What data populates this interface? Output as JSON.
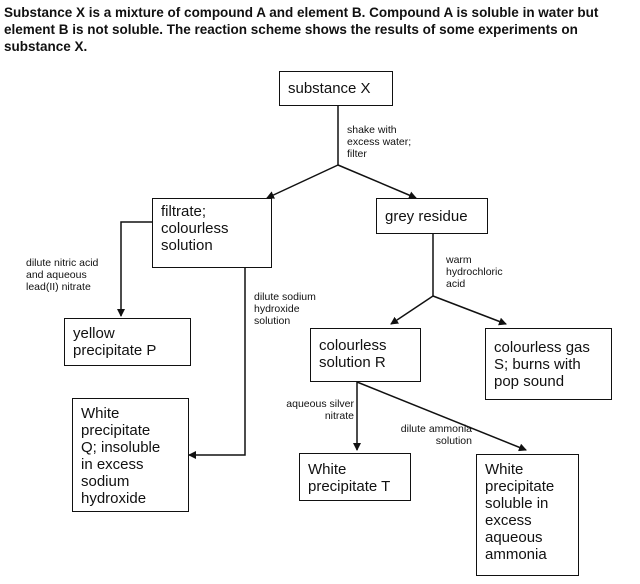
{
  "intro": "Substance X is a mixture of compound A and element B. Compound A is soluble in water but element B is not soluble. The reaction scheme shows the results of some experiments on substance X.",
  "boxes": {
    "substance_x": "substance X",
    "filtrate": "filtrate;\ncolourless\nsolution",
    "grey_residue": "grey residue",
    "yellow_ppt": "yellow\nprecipitate P",
    "white_q": "White\nprecipitate\nQ; insoluble\nin excess\nsodium\nhydroxide",
    "colourless_r": "colourless\nsolution R",
    "gas_s": "colourless gas\nS; burns with\npop sound",
    "white_t": "White\nprecipitate T",
    "white_ammonia": "White\nprecipitate\nsoluble in\nexcess\naqueous\nammonia"
  },
  "labels": {
    "shake": "shake with\nexcess water;\nfilter",
    "nitric": "dilute nitric acid\nand aqueous\nlead(II) nitrate",
    "naoh": "dilute sodium\nhydroxide\nsolution",
    "hcl": "warm\nhydrochloric\nacid",
    "silver": "aqueous silver\nnitrate",
    "ammonia": "dilute ammonia\nsolution"
  }
}
